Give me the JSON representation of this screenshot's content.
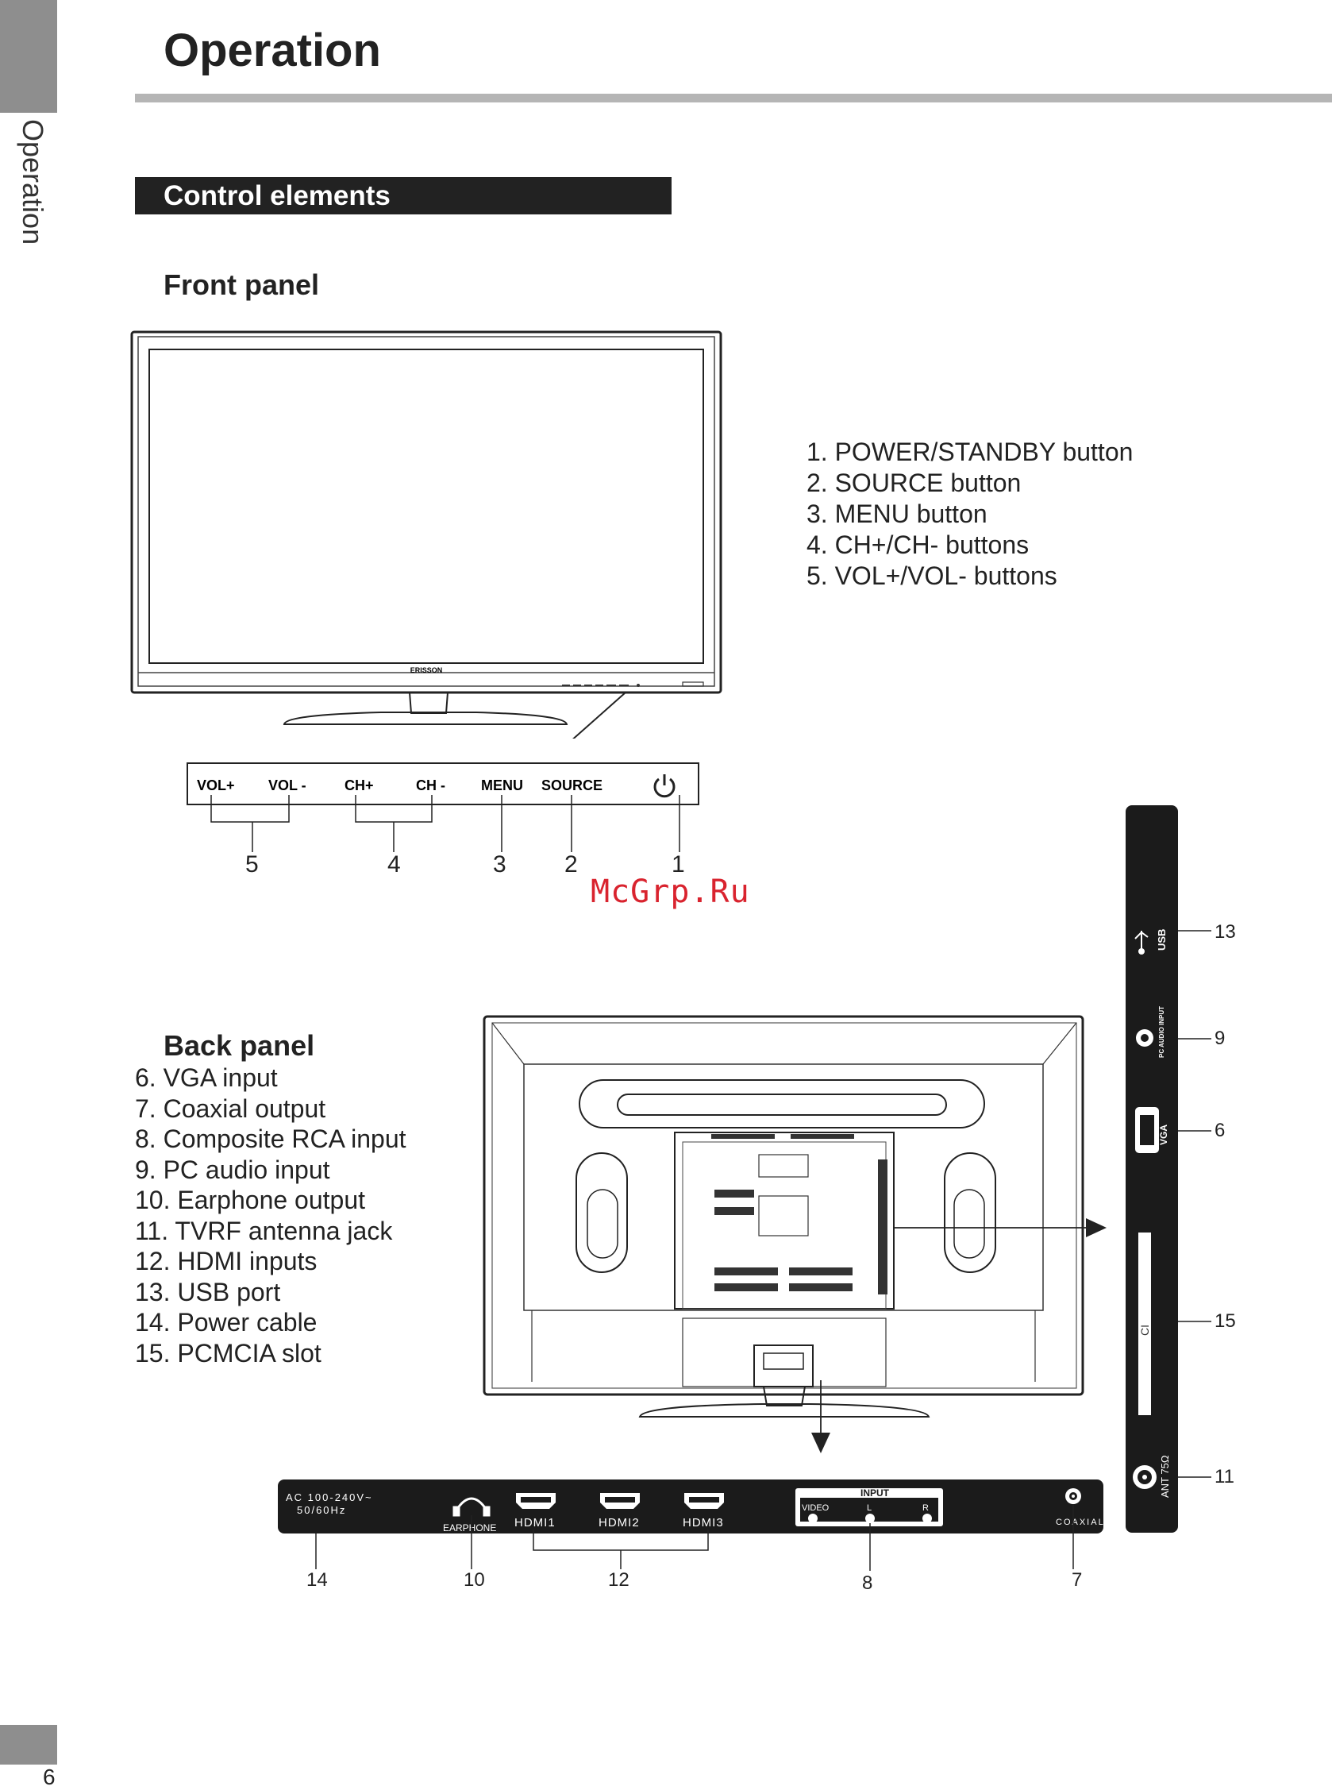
{
  "page": {
    "side_label": "Operation",
    "title": "Operation",
    "section": "Control elements",
    "page_number": "6",
    "watermark": "McGrp.Ru"
  },
  "front_panel": {
    "heading": "Front panel",
    "brand": "ERISSON",
    "button_labels": [
      "VOL+",
      "VOL -",
      "CH+",
      "CH -",
      "MENU",
      "SOURCE"
    ],
    "callouts": [
      "5",
      "4",
      "3",
      "2",
      "1"
    ],
    "items": [
      "1. POWER/STANDBY button",
      "2. SOURCE button",
      "3. MENU button",
      "4. CH+/CH- buttons",
      "5. VOL+/VOL- buttons"
    ]
  },
  "back_panel": {
    "heading": "Back panel",
    "items": [
      "6. VGA input",
      "7. Coaxial output",
      "8. Composite RCA input",
      "9. PC audio input",
      "10. Earphone output",
      "11. TVRF antenna jack",
      "12. HDMI inputs",
      "13. USB port",
      "14. Power cable",
      "15. PCMCIA slot"
    ],
    "side_jacks": {
      "usb": "USB",
      "pc_audio": "PC AUDIO INPUT",
      "vga": "VGA",
      "ci": "CI",
      "ant": "ANT 75Ω"
    },
    "side_callouts": [
      "13",
      "9",
      "6",
      "15",
      "11"
    ],
    "bottom_jacks": {
      "ac_line1": "AC 100-240V~",
      "ac_line2": "50/60Hz",
      "earphone": "EARPHONE",
      "hdmi1": "HDMI1",
      "hdmi2": "HDMI2",
      "hdmi3": "HDMI3",
      "input": "INPUT",
      "video": "VIDEO",
      "left": "L",
      "right": "R",
      "coaxial": "COAXIAL"
    },
    "bottom_callouts": [
      "14",
      "10",
      "12",
      "8",
      "7"
    ]
  }
}
